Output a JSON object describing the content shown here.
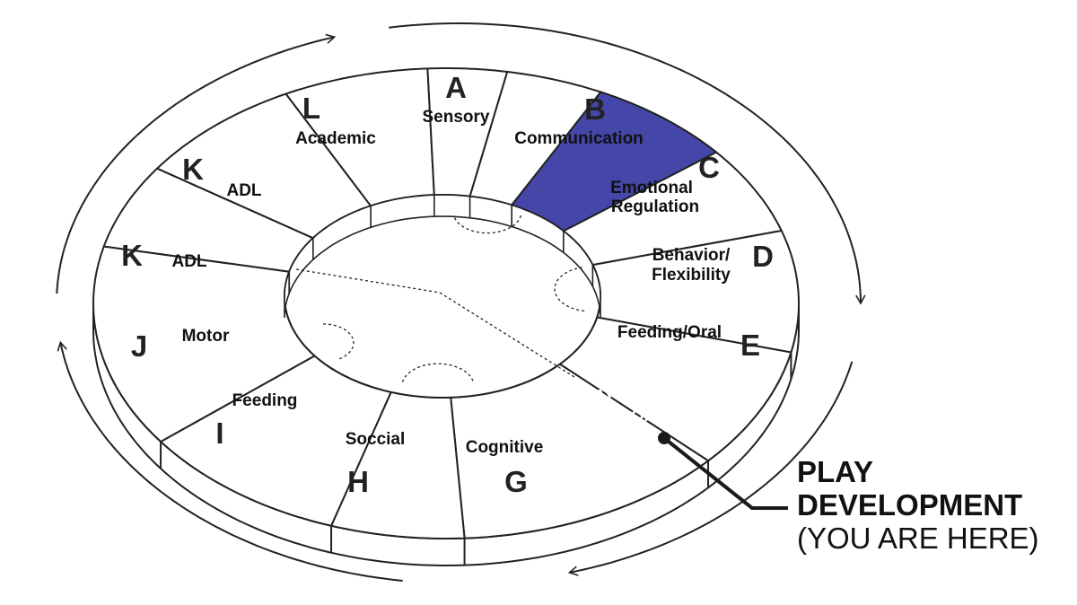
{
  "colors": {
    "highlight": "#4447A8",
    "stroke": "#222222",
    "background": "#ffffff"
  },
  "segments": [
    {
      "letter": "A",
      "lines": [
        "Sensory"
      ]
    },
    {
      "letter": "B",
      "lines": [
        "Communication"
      ]
    },
    {
      "letter": "C",
      "lines": [
        "Emotional",
        "Regulation"
      ]
    },
    {
      "letter": "D",
      "lines": [
        "Behavior/",
        "Flexibility"
      ]
    },
    {
      "letter": "E",
      "lines": [
        "Feeding/Oral"
      ]
    },
    {
      "letter": "",
      "lines": [
        "PLAY",
        "DEVELOPMENT"
      ]
    },
    {
      "letter": "G",
      "lines": [
        "Cognitive"
      ]
    },
    {
      "letter": "H",
      "lines": [
        "Soccial"
      ]
    },
    {
      "letter": "I",
      "lines": [
        "Feeding"
      ]
    },
    {
      "letter": "J",
      "lines": [
        "Motor"
      ]
    },
    {
      "letter": "K",
      "lines": [
        "ADL"
      ]
    },
    {
      "letter": "K",
      "lines": [
        "ADL"
      ]
    },
    {
      "letter": "L",
      "lines": [
        "Academic"
      ]
    }
  ],
  "callout": {
    "line1": "PLAY",
    "line2": "DEVELOPMENT",
    "line3": "(YOU ARE HERE)"
  }
}
